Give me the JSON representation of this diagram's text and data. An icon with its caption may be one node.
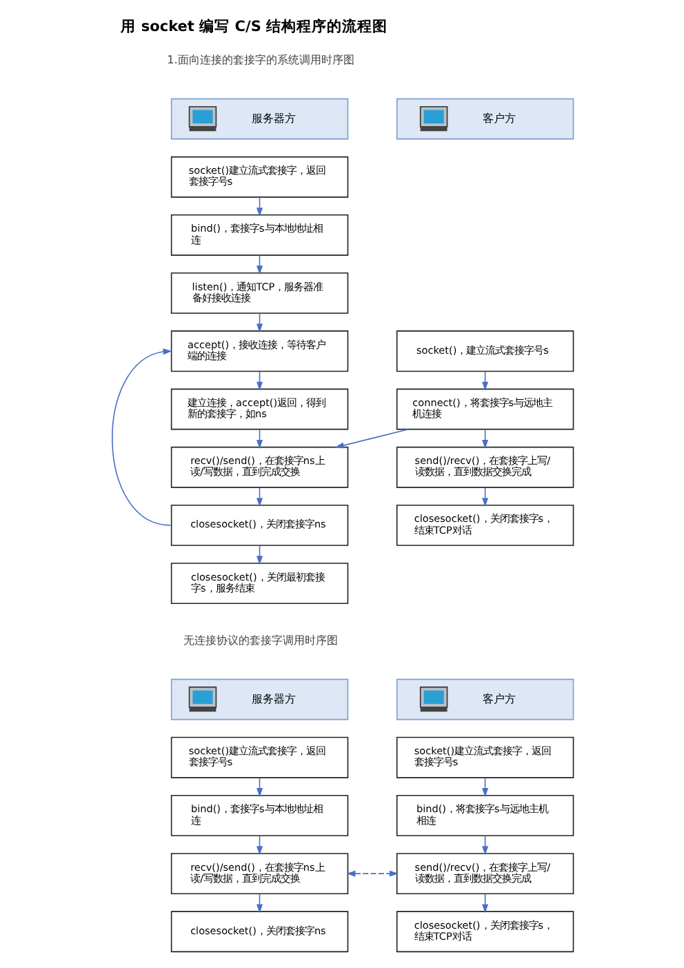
{
  "diagram": {
    "title": "用 socket 编写 C/S 结构程序的流程图",
    "nodes": [
      {
        "text": [
          "服务器方"
        ]
      },
      {
        "text": [
          "客户方"
        ]
      },
      {
        "text": [
          "socket()建立流式套接字，返回套接字号s"
        ]
      },
      {
        "text": [
          "bind()，套接字s与本地地址相连"
        ]
      },
      {
        "text": [
          "listen()，通知TCP，服务器准备好接收连接"
        ]
      },
      {
        "text": [
          "accept()，接收连接，等待客户端的连接"
        ]
      },
      {
        "text": [
          "建立连接，accept()返回，得到新的套接字，如ns"
        ]
      },
      {
        "text": [
          "socket()，建立流式套接字号s"
        ]
      },
      {
        "text": [
          "connect()，将套接字s与远地主机连接"
        ]
      },
      {
        "text": [
          "recv()/send()，在套接字ns上读/写数据，直到完成交换"
        ]
      },
      {
        "text": [
          "send()/recv()，在套接字上写/读数据，直到数据交换完成"
        ]
      },
      {
        "text": [
          "closesocket()，关闭套接字ns"
        ]
      },
      {
        "text": [
          "closesocket()，关闭套接字s，结束TCP对话"
        ]
      },
      {
        "text": [
          "closesocket()，关闭最初套接字s，服务结束"
        ]
      },
      {
        "text": [
          "服务器方"
        ]
      },
      {
        "text": [
          "客户方"
        ]
      },
      {
        "text": [
          "socket()建立流式套接字，返回套接字号s"
        ]
      },
      {
        "text": [
          "socket()建立流式套接字，返回套接字号s"
        ]
      },
      {
        "text": [
          "bind()，套接字s与本地地址相连"
        ]
      },
      {
        "text": [
          "bind()，将套接字s与远地主机相连"
        ]
      },
      {
        "text": [
          "recv()/send()，在套接字ns上读/写数据，直到完成交换"
        ]
      },
      {
        "text": [
          "send()/recv()，在套接字上写/读数据，直到数据交换完成"
        ]
      },
      {
        "text": [
          "closesocket()，关闭套接字ns"
        ]
      },
      {
        "text": [
          "closesocket()，关闭套接字s，结束TCP对话"
        ]
      }
    ],
    "edges": [
      {
        "from": 2,
        "to": 3,
        "arrow": "to"
      },
      {
        "from": 3,
        "to": 4,
        "arrow": "to"
      },
      {
        "from": 4,
        "to": 5,
        "arrow": "to"
      },
      {
        "from": 5,
        "to": 6,
        "arrow": "to"
      },
      {
        "from": 6,
        "to": 9,
        "arrow": "to"
      },
      {
        "from": 9,
        "to": 11,
        "arrow": "to"
      },
      {
        "from": 11,
        "to": 13,
        "arrow": "to"
      },
      {
        "from": 11,
        "to": 5,
        "arrow": "to"
      },
      {
        "from": 7,
        "to": 8,
        "arrow": "to"
      },
      {
        "from": 8,
        "to": 9,
        "arrow": "to"
      },
      {
        "from": 8,
        "to": 10,
        "arrow": "to"
      },
      {
        "from": 10,
        "to": 12,
        "arrow": "to"
      },
      {
        "from": 16,
        "to": 18,
        "arrow": "to"
      },
      {
        "from": 18,
        "to": 20,
        "arrow": "to"
      },
      {
        "from": 20,
        "to": 22,
        "arrow": "to"
      },
      {
        "from": 17,
        "to": 19,
        "arrow": "to"
      },
      {
        "from": 19,
        "to": 21,
        "arrow": "to"
      },
      {
        "from": 21,
        "to": 23,
        "arrow": "to"
      },
      {
        "from": 20,
        "to": 21,
        "arrow": "both",
        "style": "dashed"
      }
    ],
    "labels": [
      "1.面向连接的套接字的系统调用时序图",
      "无连接协议的套接字调用时序图"
    ]
  }
}
